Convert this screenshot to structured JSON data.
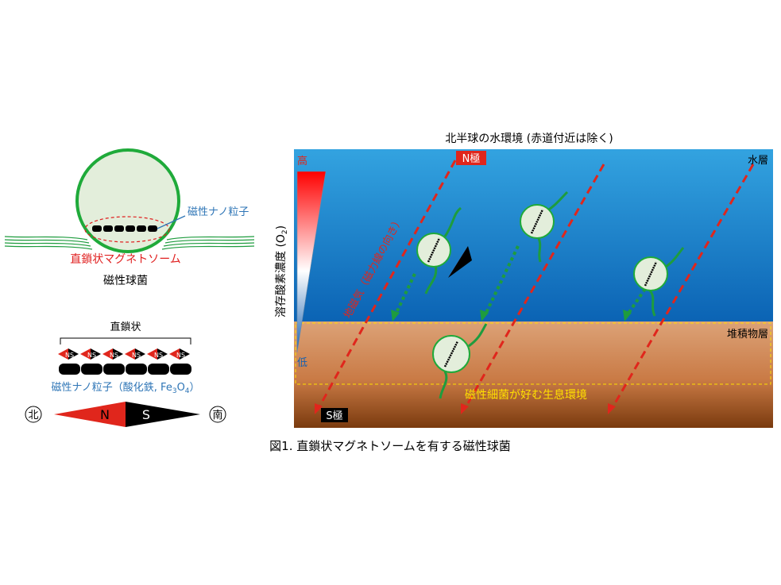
{
  "left": {
    "nanoparticle_label": "磁性ナノ粒子",
    "magnetosome_label": "直鎖状マグネトソーム",
    "bacterium_label": "磁性球菌",
    "chain_label": "直鎖状",
    "composition_label": "磁性ナノ粒子（酸化鉄, Fe",
    "composition_sub1": "3",
    "composition_mid": "O",
    "composition_sub2": "4",
    "composition_end": "）",
    "mini_n": "N",
    "mini_s": "S",
    "north_char": "北",
    "south_char": "南",
    "big_n": "N",
    "big_s": "S"
  },
  "right": {
    "title": "北半球の水環境 (赤道付近は除く)",
    "n_pole": "N極",
    "s_pole": "S極",
    "water_layer": "水層",
    "sediment_layer": "堆積物層",
    "oxygen_axis_label": "溶存酸素濃度 (O",
    "oxygen_axis_sub": "2",
    "oxygen_axis_end": ")",
    "high": "高",
    "low": "低",
    "geomagnetic_label": "地磁気（磁力線の向き）",
    "habitat_label": "磁性細菌が好む生息環境"
  },
  "caption": "図1. 直鎖状マグネトソームを有する磁性球菌",
  "colors": {
    "water_top": "#33a3e0",
    "water_bottom": "#0b63b4",
    "sediment_top": "#dca277",
    "sediment_bottom": "#7a3a0e",
    "cell_fill": "#e3eedb",
    "cell_stroke": "#1faa3a",
    "flagella": "#1e9c3e",
    "field_line": "#e0261c",
    "habitat_text": "#ffe000",
    "nano_label": "#2e75b6",
    "magnetosome_label": "#e02020"
  }
}
